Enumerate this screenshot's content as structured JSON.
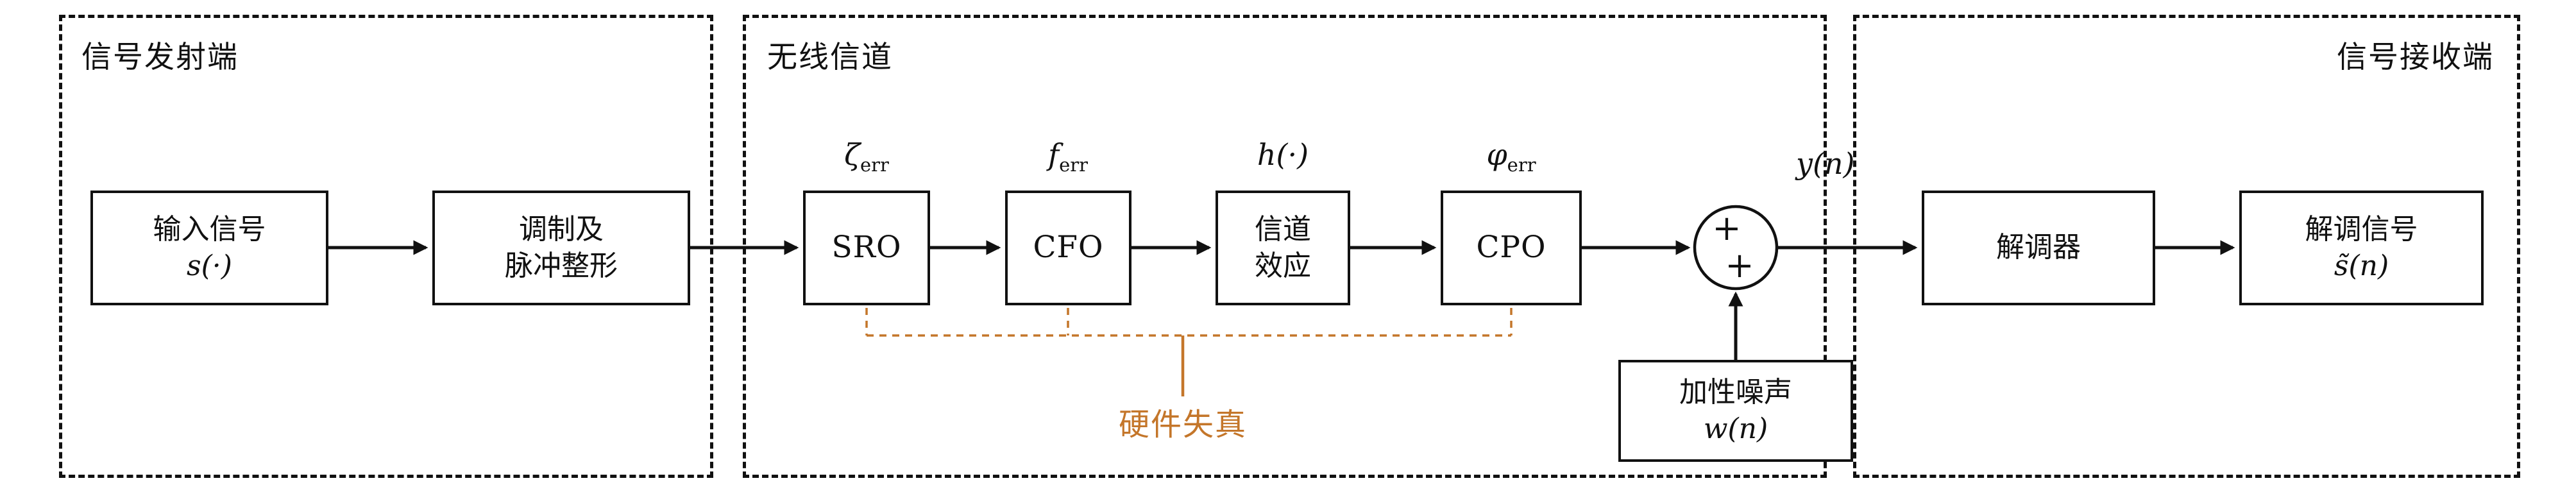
{
  "diagram": {
    "sections": {
      "transmitter": {
        "title": "信号发射端"
      },
      "channel": {
        "title": "无线信道"
      },
      "receiver": {
        "title": "信号接收端"
      }
    },
    "blocks": {
      "input_signal": {
        "line1": "输入信号",
        "line2": "s(·)"
      },
      "modulation": {
        "line1": "调制及",
        "line2": "脉冲整形"
      },
      "sro": {
        "label": "SRO"
      },
      "cfo": {
        "label": "CFO"
      },
      "channel_effect": {
        "line1": "信道",
        "line2": "效应"
      },
      "cpo": {
        "label": "CPO"
      },
      "noise": {
        "line1": "加性噪声",
        "line2": "w(n)"
      },
      "demodulator": {
        "label": "解调器"
      },
      "demod_signal": {
        "line1": "解调信号",
        "line2": "s̃(n)"
      }
    },
    "params": {
      "sro_top": {
        "base": "ζ",
        "sub": "err"
      },
      "cfo_top": {
        "base": "f",
        "sub": "err"
      },
      "channel_top": {
        "base": "h(·)",
        "sub": ""
      },
      "cpo_top": {
        "base": "φ",
        "sub": "err"
      },
      "adder_output": "y(n)",
      "adder_plus_top": "+",
      "adder_plus_bottom": "+"
    },
    "annotations": {
      "hardware_distortion": "硬件失真"
    },
    "colors": {
      "accent_orange": "#c4762a",
      "line_black": "#111111",
      "background": "#ffffff"
    }
  }
}
